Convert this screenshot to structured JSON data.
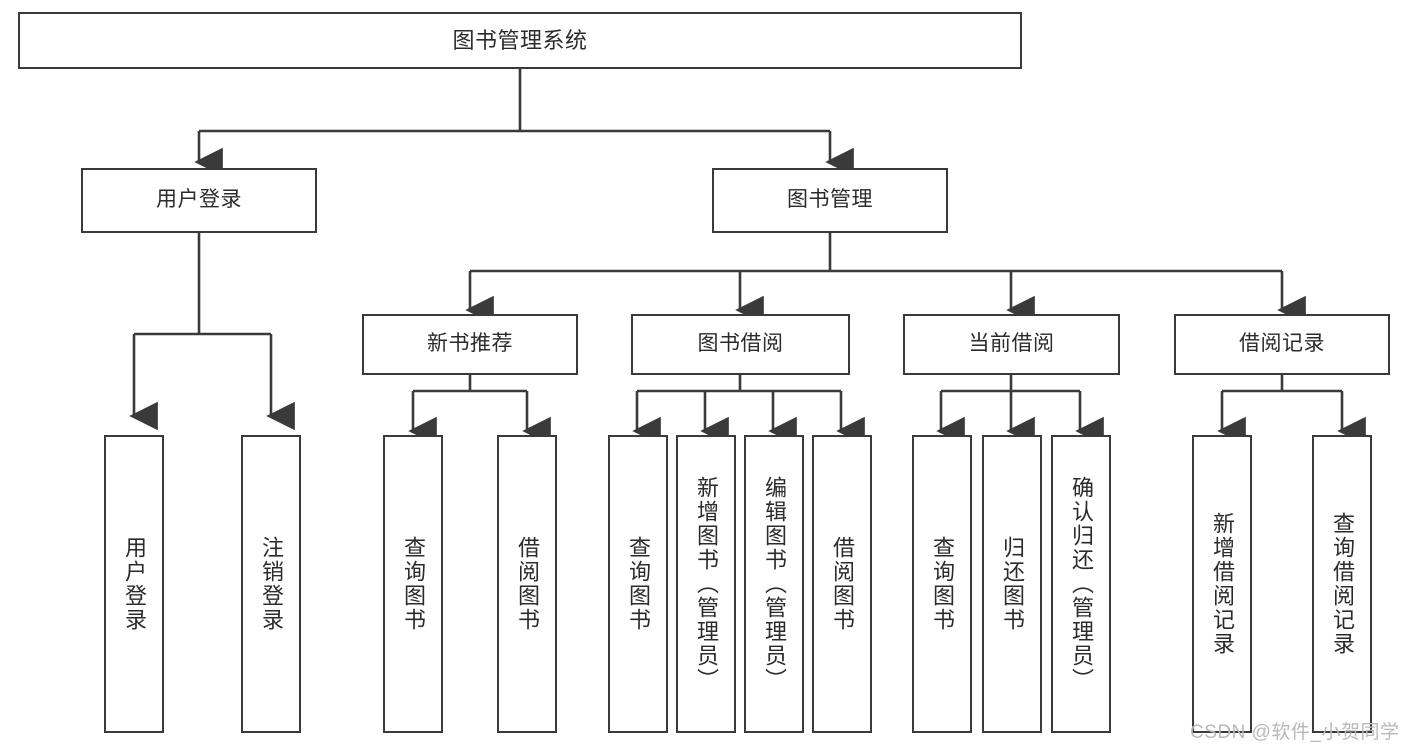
{
  "diagram": {
    "title": "图书管理系统",
    "type": "tree-hierarchy-chart",
    "watermark": "CSDN @软件_小贺同学",
    "colors": {
      "node_border": "#3a3a3a",
      "node_fill": "#ffffff",
      "edge": "#3a3a3a",
      "text": "#2b2b2b",
      "watermark": "#b9b9b9",
      "background": "#ffffff"
    },
    "nodes": {
      "root": {
        "label": "图书管理系统"
      },
      "level2": [
        {
          "id": "user-login",
          "label": "用户登录"
        },
        {
          "id": "book-manage",
          "label": "图书管理"
        }
      ],
      "level3": [
        {
          "id": "new-book-recommend",
          "label": "新书推荐"
        },
        {
          "id": "book-borrow",
          "label": "图书借阅"
        },
        {
          "id": "current-borrow",
          "label": "当前借阅"
        },
        {
          "id": "borrow-record",
          "label": "借阅记录"
        }
      ],
      "leaves": {
        "user-login": [
          {
            "id": "leaf-user-login",
            "label": "用户登录"
          },
          {
            "id": "leaf-user-logout",
            "label": "注销登录"
          }
        ],
        "new-book-recommend": [
          {
            "id": "leaf-query-book-1",
            "label": "查询图书"
          },
          {
            "id": "leaf-borrow-book-1",
            "label": "借阅图书"
          }
        ],
        "book-borrow": [
          {
            "id": "leaf-query-book-2",
            "label": "查询图书"
          },
          {
            "id": "leaf-add-book",
            "label": "新增图书（管理员）"
          },
          {
            "id": "leaf-edit-book",
            "label": "编辑图书（管理员）"
          },
          {
            "id": "leaf-borrow-book-2",
            "label": "借阅图书"
          }
        ],
        "current-borrow": [
          {
            "id": "leaf-query-book-3",
            "label": "查询图书"
          },
          {
            "id": "leaf-return-book",
            "label": "归还图书"
          },
          {
            "id": "leaf-confirm-return",
            "label": "确认归还（管理员）"
          }
        ],
        "borrow-record": [
          {
            "id": "leaf-add-record",
            "label": "新增借阅记录"
          },
          {
            "id": "leaf-query-record",
            "label": "查询借阅记录"
          }
        ]
      }
    }
  }
}
